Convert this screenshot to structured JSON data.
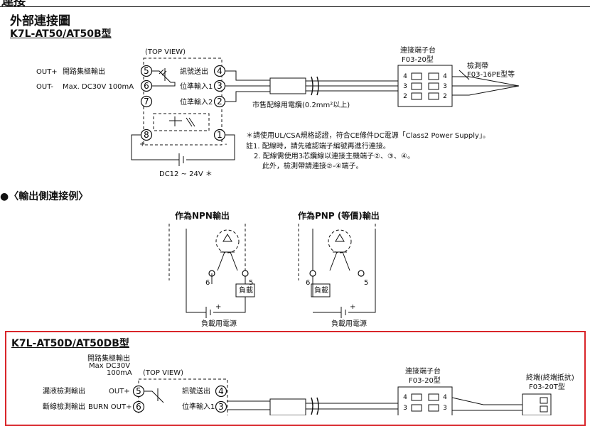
{
  "header": {
    "section_partial": "連接"
  },
  "top": {
    "title": "外部連接圖",
    "model": "K7L-AT50/AT50B型",
    "top_view": "(TOP VIEW)",
    "out_plus": "OUT+",
    "out_plus_desc": "開路集極輸出",
    "out_minus": "OUT-",
    "out_minus_desc": "Max. DC30V 100mA",
    "pins": {
      "p5": "5",
      "p6": "6",
      "p7": "7",
      "p8": "8",
      "p4": "4",
      "p3": "3",
      "p2": "2",
      "p1": "1"
    },
    "sig_4": "訊號送出",
    "sig_3": "位準輸入1",
    "sig_2": "位準輸入2",
    "plus": "+",
    "minus": "-",
    "power": "DC12 ~ 24V ＊",
    "cable": "市售配線用電纜(0.2mm²以上)",
    "terminal_block": "連接端子台",
    "terminal_model": "F03-20型",
    "belt": "檢測帶",
    "belt_model": "F03-16PE型等",
    "tb_pins": [
      "4",
      "3",
      "2"
    ],
    "note_star": "＊請使用UL/CSA規格認證，符合CE條件DC電源「Class2 Power Supply」。",
    "note_1": "註1. 配線時，請先確認端子編號再進行連接。",
    "note_2": "2. 配線需使用3芯纜線以連接主機端子②、③、④。",
    "note_3": "此外，檢測帶請連接②-④端子。"
  },
  "output": {
    "heading": "●〈輸出側連接例〉",
    "npn_title": "作為NPN輸出",
    "pnp_title": "作為PNP (等價)輸出",
    "pin6": "6",
    "pin5": "5",
    "load": "負載",
    "plus": "+",
    "supply": "負載用電源"
  },
  "bottom": {
    "model": "K7L-AT50D/AT50DB型",
    "oc_line1": "開路集極輸出",
    "oc_line2": "Max  DC30V",
    "oc_line3": "100mA",
    "top_view": "(TOP VIEW)",
    "leak_label": "漏液檢測輸出",
    "out_plus": "OUT+",
    "burn_label": "斷線檢測輸出",
    "burn_out": "BURN OUT+",
    "sig_4": "訊號送出",
    "sig_3": "位準輸入1",
    "pins": {
      "p5": "5",
      "p6": "6",
      "p4": "4",
      "p3": "3"
    },
    "terminal_block": "連接端子台",
    "terminal_model": "F03-20型",
    "end_label": "終端(終端抵抗)",
    "end_model": "F03-20T型",
    "tb_pins": [
      "4",
      "3"
    ]
  },
  "colors": {
    "accent_red": "#d9252a",
    "ink": "#111111"
  }
}
